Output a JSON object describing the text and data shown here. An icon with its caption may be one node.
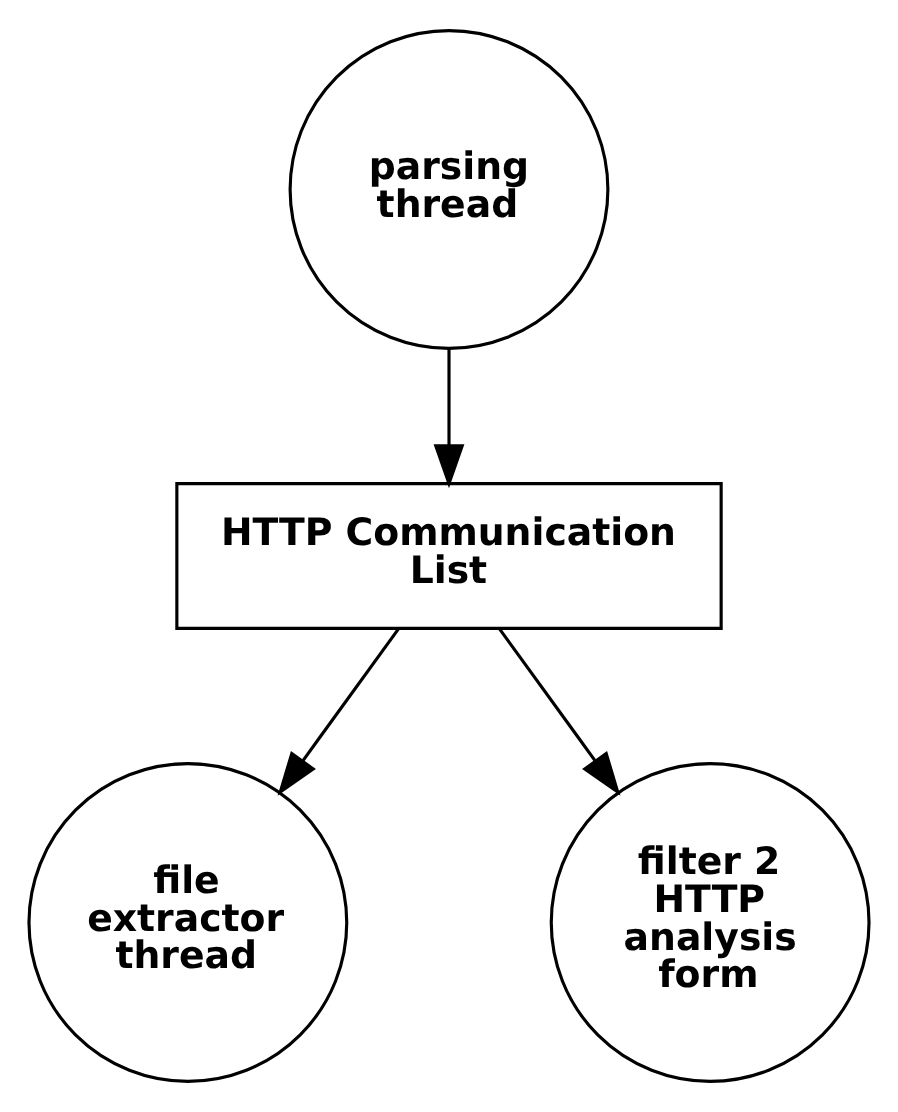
{
  "diagram": {
    "nodes": [
      {
        "text": [
          "parsing thread"
        ]
      },
      {
        "text": [
          "HTTP Communication List"
        ]
      },
      {
        "text": [
          "file extractor thread"
        ]
      },
      {
        "text": [
          "filter 2 HTTP analysis form"
        ]
      }
    ],
    "edges": [
      {
        "from": 0,
        "to": 1,
        "arrow": "to"
      },
      {
        "from": 1,
        "to": 2,
        "arrow": "to"
      },
      {
        "from": 1,
        "to": 3,
        "arrow": "to"
      }
    ]
  }
}
